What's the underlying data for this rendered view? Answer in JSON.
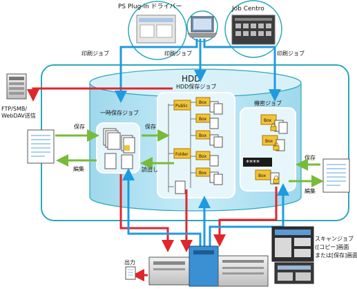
{
  "labels": {
    "ps_driver": "PS Plug-in ドライバー",
    "job_centro": "Job Centro",
    "print_job_1": "印刷ジョブ",
    "print_job_2": "印刷ジョブ",
    "print_job_3": "印刷ジョブ",
    "hdd": "HDD",
    "hdd_save_job": "HDD保存ジョブ",
    "temp_save_job": "一時保存ジョブ",
    "secure_job": "機密ジョブ",
    "ftp_line1": "FTP/SMB/",
    "ftp_line2": "WebDAV送信",
    "save_left_in": "保存",
    "edit_left": "編集",
    "save_mid": "保存",
    "read_out": "読出し",
    "save_right": "保存",
    "edit_right": "編集",
    "password_mask": "****",
    "scan_line1": "スキャンジョブ",
    "scan_line2": "([コピー]画面",
    "scan_line3": "または[保存]画面)",
    "output": "出力",
    "folder_public": "Public",
    "folder_folder": "Folder",
    "box": "Box"
  },
  "colors": {
    "blue_arrow": "#1f9ae0",
    "red_arrow": "#e0262b",
    "green_arrow": "#77bb3a",
    "hdd_fill": "#b9e5f3",
    "hdd_panel": "#e7f6fb",
    "frame_teal": "#2aa7b8",
    "folder_yellow": "#f2c238"
  },
  "icons": {
    "printer": "printer-icon",
    "laptop": "laptop-icon",
    "document": "document-icon",
    "folder": "folder-icon",
    "lock": "lock-icon"
  }
}
